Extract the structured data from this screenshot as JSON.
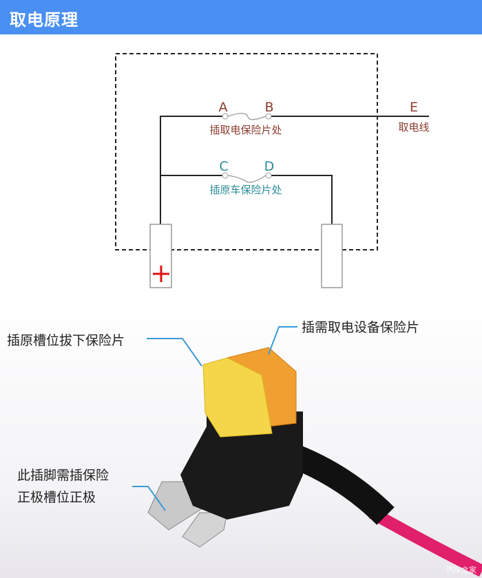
{
  "header": {
    "title": "取电原理",
    "color": "#4a8ff2"
  },
  "diagram": {
    "points": {
      "a": "A",
      "b": "B",
      "c": "C",
      "d": "D",
      "e": "E"
    },
    "upper_label": "插取电保险片处",
    "lower_label": "插原车保险片处",
    "output_label": "取电线",
    "colors": {
      "upper": "#8b3a2e",
      "lower": "#2a8c96",
      "positive": "#e01010"
    }
  },
  "photo": {
    "callout_remove": "插原槽位拔下保险片",
    "callout_insert": "插需取电设备保险片",
    "callout_pin_line1": "此插脚需插保险",
    "callout_pin_line2": "正极槽位正极",
    "watermark": "汽车之家"
  }
}
